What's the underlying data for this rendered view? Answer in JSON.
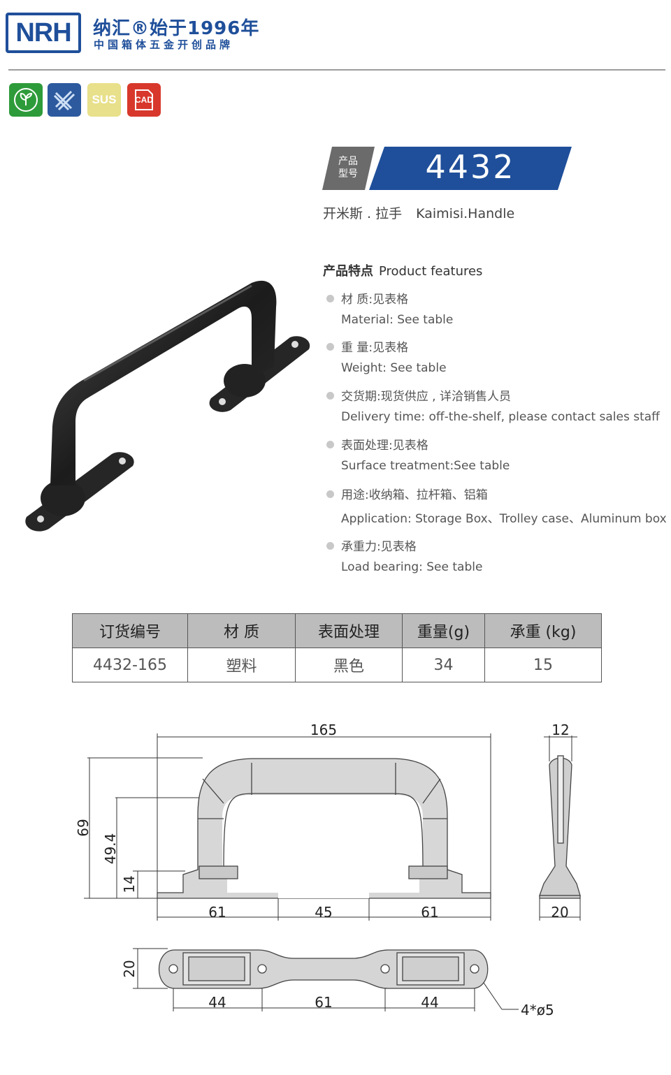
{
  "header": {
    "logo_text": "NRH",
    "brand_line1": "纳汇®始于1996年",
    "brand_line2": "中国箱体五金开创品牌"
  },
  "badges": [
    {
      "icon": "eco-leaf-icon",
      "color": "#2e9b3a"
    },
    {
      "icon": "tools-icon",
      "color": "#2d5a9e"
    },
    {
      "label": "SUS",
      "color": "#e8e08a"
    },
    {
      "label": "CAD",
      "color": "#d8382c"
    }
  ],
  "product": {
    "tag_line1": "产品",
    "tag_line2": "型号",
    "model": "4432",
    "name_cn": "开米斯 . 拉手",
    "name_en": "Kaimisi.Handle"
  },
  "features": {
    "title_cn": "产品特点",
    "title_en": "Product features",
    "items": [
      {
        "cn": "材   质:见表格",
        "en": "Material: See table"
      },
      {
        "cn": "重   量:见表格",
        "en": " Weight: See table"
      },
      {
        "cn": "交货期:现货供应 , 详洽销售人员",
        "en": "Delivery time: off-the-shelf, please contact sales staff"
      },
      {
        "cn": "表面处理:见表格",
        "en": "Surface treatment:See table"
      },
      {
        "cn": "用途:收纳箱、拉杆箱、铝箱",
        "en": "Application: Storage Box、Trolley case、Aluminum box"
      },
      {
        "cn": "承重力:见表格",
        "en": "Load bearing: See table"
      }
    ]
  },
  "spec_table": {
    "headers": [
      "订货编号",
      "材    质",
      "表面处理",
      "重量(g)",
      "承重 (kg)"
    ],
    "rows": [
      [
        "4432-165",
        "塑料",
        "黑色",
        "34",
        "15"
      ]
    ]
  },
  "drawing": {
    "overall_length": "165",
    "thickness": "12",
    "height_total": "69",
    "height_inner": "49.4",
    "base_height": "14",
    "seg_left": "61",
    "seg_mid": "45",
    "seg_right": "61",
    "side_base": "20",
    "bottom_width": "20",
    "hole_left": "44",
    "hole_mid": "61",
    "hole_right": "44",
    "hole_note": "4*ø5"
  },
  "colors": {
    "brand_blue": "#1f4f9a",
    "model_blue": "#1f4f9a",
    "tag_gray": "#6b6b6b",
    "table_header_bg": "#bcbcbc"
  }
}
